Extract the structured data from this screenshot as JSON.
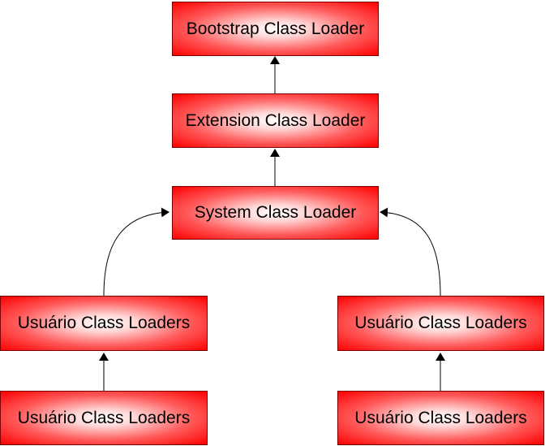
{
  "diagram": {
    "nodes": {
      "bootstrap": {
        "label": "Bootstrap Class Loader"
      },
      "extension": {
        "label": "Extension Class Loader"
      },
      "system": {
        "label": "System Class Loader"
      },
      "user_left_1": {
        "label": "Usuário Class Loaders"
      },
      "user_left_2": {
        "label": "Usuário Class Loaders"
      },
      "user_right_1": {
        "label": "Usuário Class Loaders"
      },
      "user_right_2": {
        "label": "Usuário Class Loaders"
      }
    },
    "edges": [
      {
        "from": "extension",
        "to": "bootstrap"
      },
      {
        "from": "system",
        "to": "extension"
      },
      {
        "from": "user_left_1",
        "to": "system"
      },
      {
        "from": "user_right_1",
        "to": "system"
      },
      {
        "from": "user_left_2",
        "to": "user_left_1"
      },
      {
        "from": "user_right_2",
        "to": "user_right_1"
      }
    ],
    "colors": {
      "box_edge": "#ff0000",
      "box_center": "#ffffff",
      "arrow": "#000000"
    }
  }
}
